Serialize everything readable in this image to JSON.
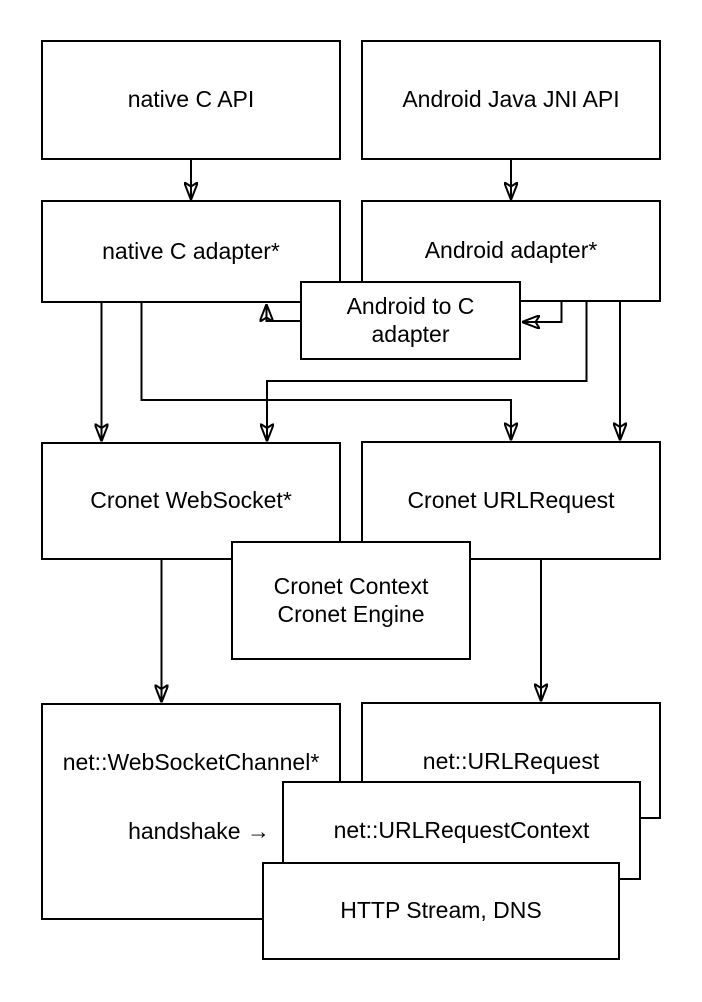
{
  "diagram": {
    "title_hint": "Cronet architecture layer diagram",
    "background_color": "#ffffff",
    "stroke_color": "#000000",
    "text_color": "#000000",
    "boxes": {
      "native_c_api": {
        "label": "native C API"
      },
      "android_java_jni_api": {
        "label": "Android Java JNI API"
      },
      "native_c_adapter": {
        "label": "native C adapter*"
      },
      "android_adapter": {
        "label": "Android adapter*"
      },
      "android_to_c_adapter": {
        "label": "Android to C\nadapter"
      },
      "cronet_websocket": {
        "label": "Cronet WebSocket*"
      },
      "cronet_urlrequest": {
        "label": "Cronet URLRequest"
      },
      "cronet_context_engine": {
        "label": "Cronet Context\nCronet Engine"
      },
      "net_websocketchannel": {
        "label": "net::WebSocketChannel*"
      },
      "net_urlrequest": {
        "label": "net::URLRequest"
      },
      "net_urlrequestcontext": {
        "label": "net::URLRequestContext"
      },
      "http_stream_dns": {
        "label": "HTTP Stream, DNS"
      }
    },
    "annotations": {
      "handshake": {
        "label": "handshake →"
      }
    },
    "connections": [
      {
        "from": "native_c_api",
        "to": "native_c_adapter"
      },
      {
        "from": "android_java_jni_api",
        "to": "android_adapter"
      },
      {
        "from": "android_adapter",
        "to": "android_to_c_adapter"
      },
      {
        "from": "android_to_c_adapter",
        "to": "native_c_adapter"
      },
      {
        "from": "native_c_adapter",
        "to": "cronet_websocket"
      },
      {
        "from": "native_c_adapter",
        "to": "cronet_urlrequest"
      },
      {
        "from": "android_adapter",
        "to": "cronet_websocket"
      },
      {
        "from": "android_adapter",
        "to": "cronet_urlrequest"
      },
      {
        "from": "cronet_websocket",
        "to": "net_websocketchannel"
      },
      {
        "from": "cronet_urlrequest",
        "to": "net_urlrequest"
      }
    ]
  }
}
